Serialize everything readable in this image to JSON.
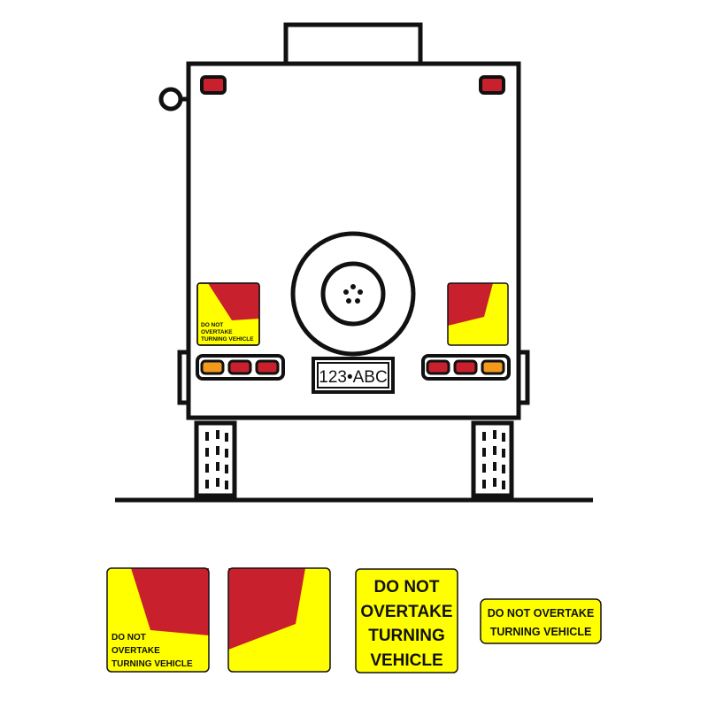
{
  "vehicle": {
    "plate": "123•ABC"
  },
  "signs": {
    "on_vehicle_left": {
      "line1": "DO NOT",
      "line2": "OVERTAKE",
      "line3": "TURNING VEHICLE"
    },
    "panel_left": {
      "line1": "DO NOT",
      "line2": "OVERTAKE",
      "line3": "TURNING VEHICLE"
    },
    "panel_text_square": {
      "line1": "DO NOT",
      "line2": "OVERTAKE",
      "line3": "TURNING",
      "line4": "VEHICLE"
    },
    "panel_text_strip": {
      "line1": "DO NOT OVERTAKE",
      "line2": "TURNING VEHICLE"
    }
  },
  "colors": {
    "reflector_red": "#c8202c",
    "sign_yellow": "#ffff00",
    "indicator_amber": "#f39a1c",
    "outline": "#111111"
  }
}
